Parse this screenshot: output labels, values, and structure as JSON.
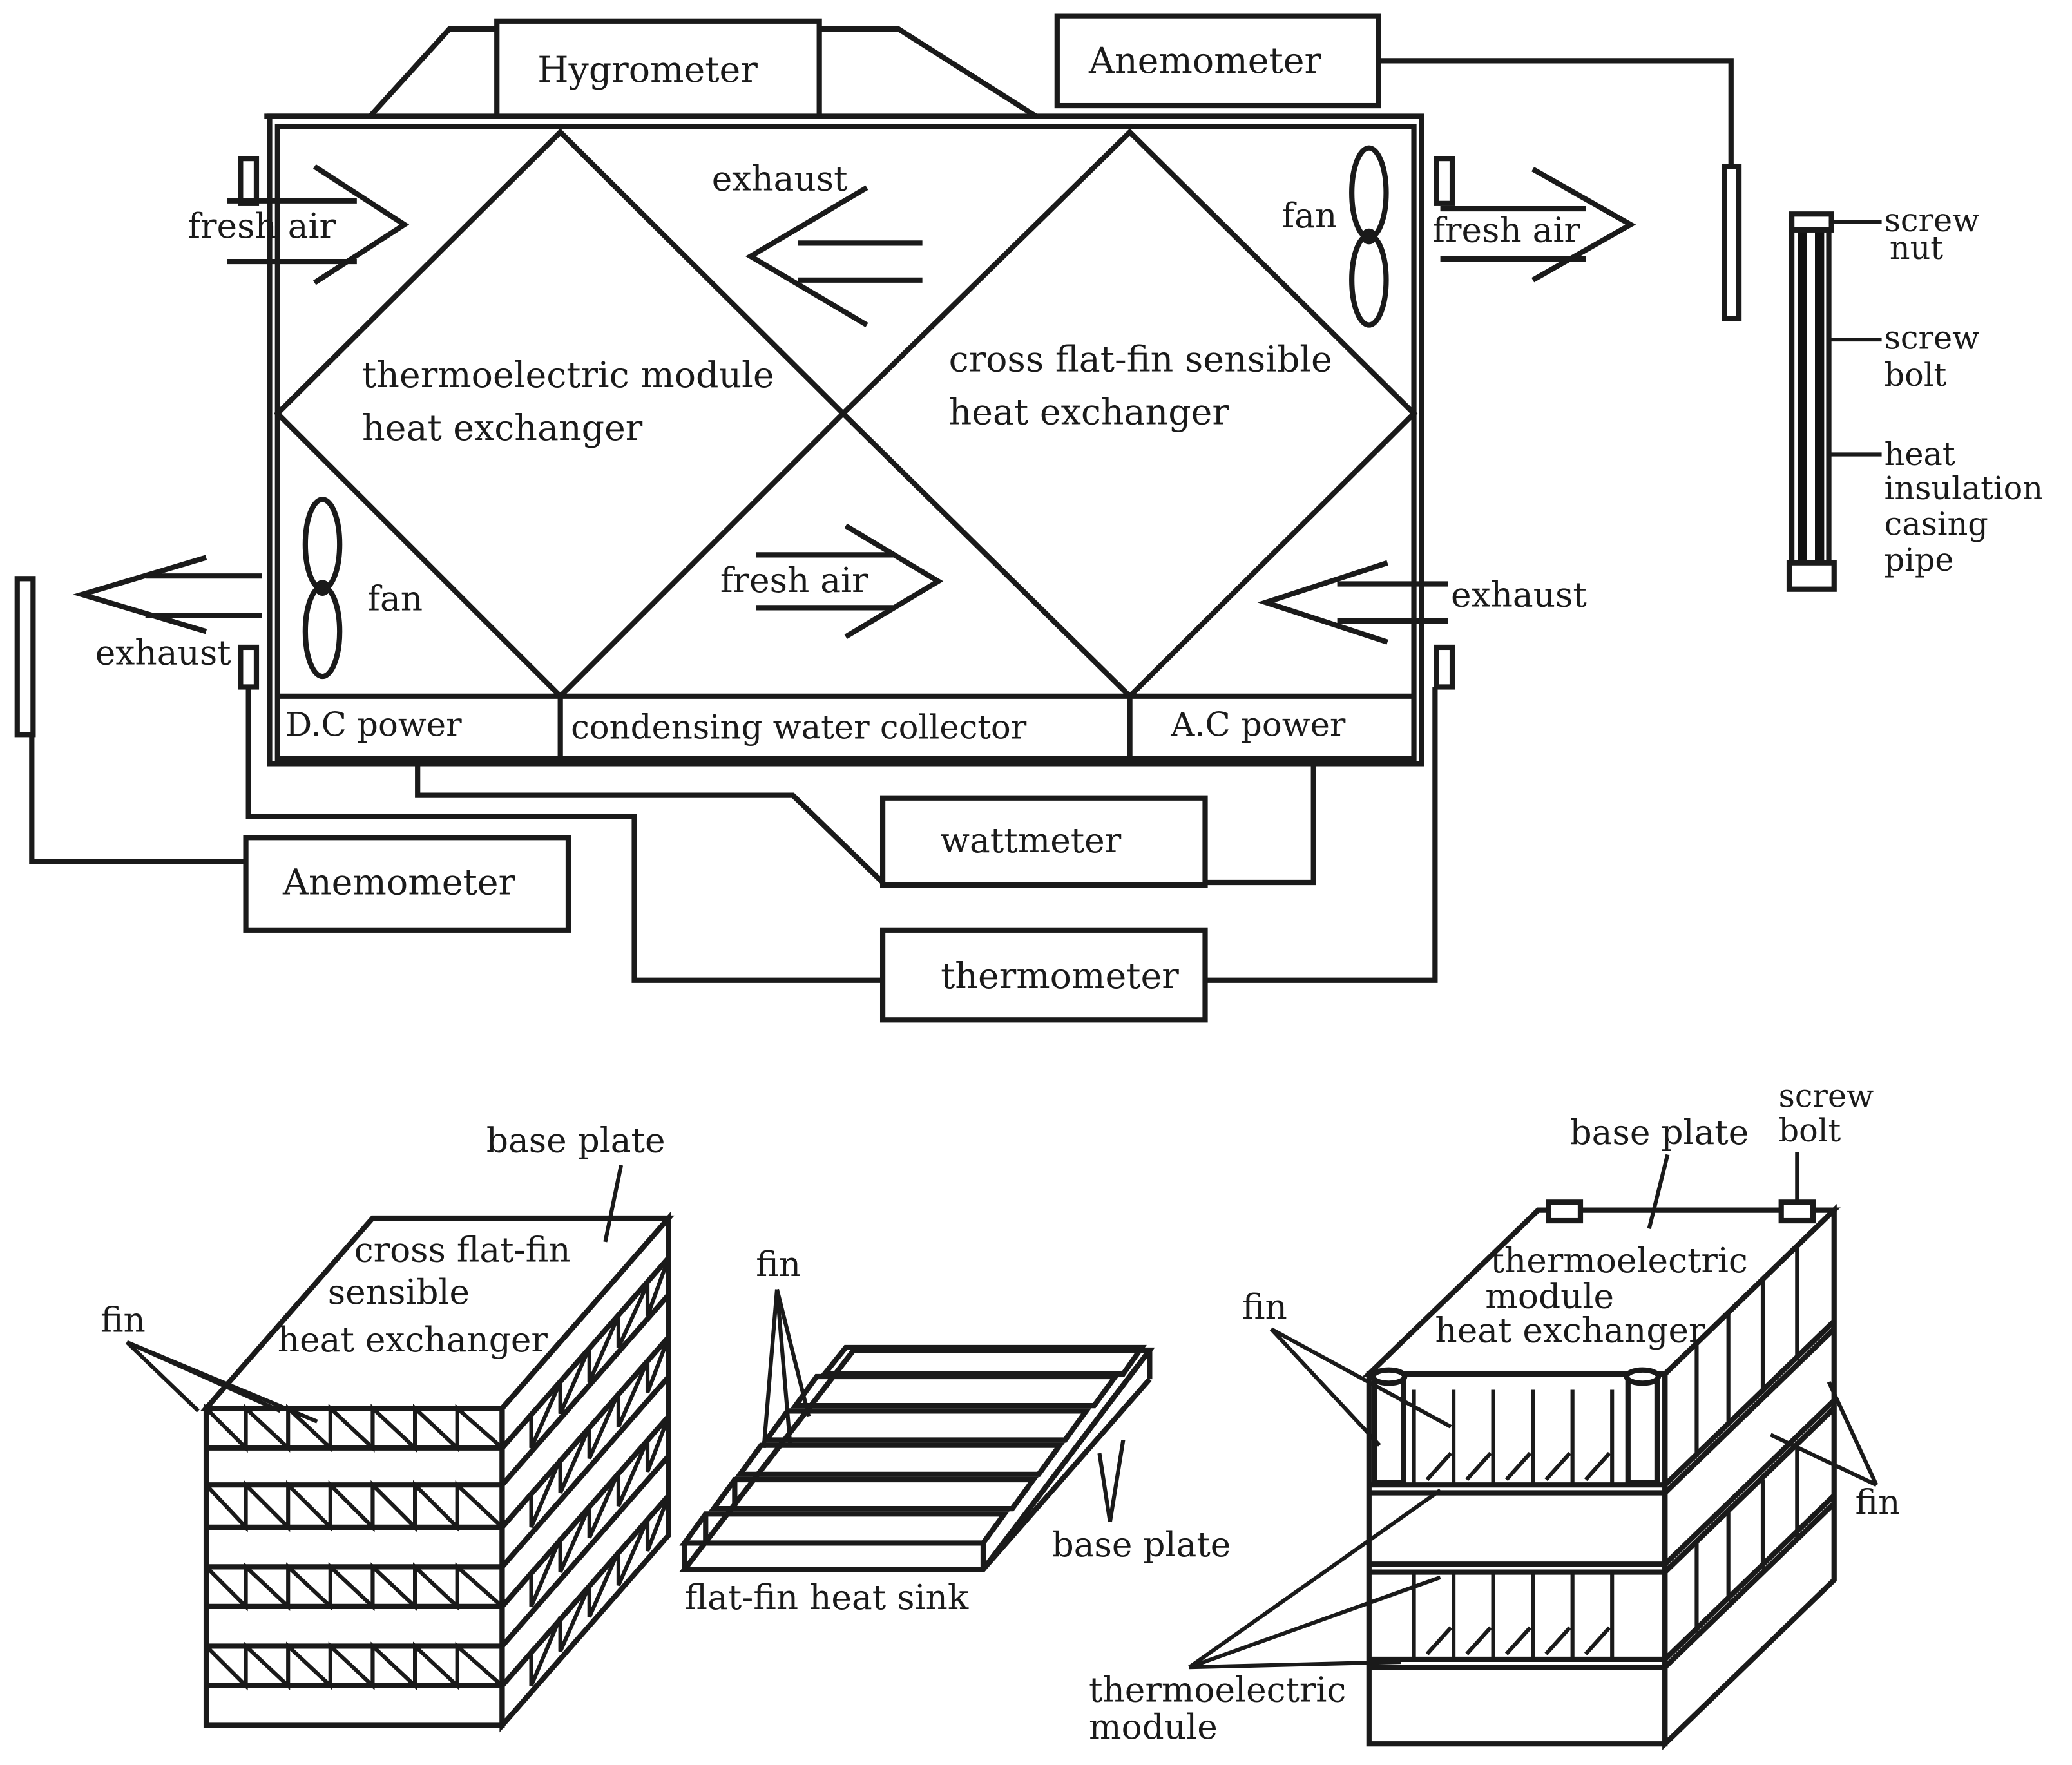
{
  "top": {
    "hygrometer": "Hygrometer",
    "anemometer_top": "Anemometer",
    "fresh_air_left": "fresh air",
    "exhaust_top": "exhaust",
    "fan_right": "fan",
    "fresh_air_right": "fresh air",
    "te_hx_line1": "thermoelectric module",
    "te_hx_line2": "heat exchanger",
    "cross_hx_line1": "cross flat-fin sensible",
    "cross_hx_line2": "heat exchanger",
    "fan_left": "fan",
    "fresh_air_center": "fresh air",
    "exhaust_right": "exhaust",
    "exhaust_left": "exhaust",
    "dc_power": "D.C power",
    "condensing": "condensing water collector",
    "ac_power": "A.C power",
    "wattmeter": "wattmeter",
    "anemometer_bottom": "Anemometer",
    "thermometer": "thermometer"
  },
  "pipe": {
    "screw_nut_1": "screw",
    "screw_nut_2": "nut",
    "screw_bolt_1": "screw",
    "screw_bolt_2": "bolt",
    "insul_1": "heat",
    "insul_2": "insulation",
    "insul_3": "casing",
    "insul_4": "pipe"
  },
  "bottom_left": {
    "base_plate": "base plate",
    "title_1": "cross flat-fin",
    "title_2": "sensible",
    "title_3": "heat exchanger",
    "fin": "fin"
  },
  "bottom_center": {
    "fin": "fin",
    "base_plate": "base plate",
    "caption": "flat-fin heat sink"
  },
  "bottom_right": {
    "screw_1": "screw",
    "screw_2": "bolt",
    "base_plate": "base plate",
    "title_1": "thermoelectric",
    "title_2": "module",
    "title_3": "heat exchanger",
    "fin_left": "fin",
    "fin_right": "fin",
    "te_module_1": "thermoelectric",
    "te_module_2": "module"
  }
}
